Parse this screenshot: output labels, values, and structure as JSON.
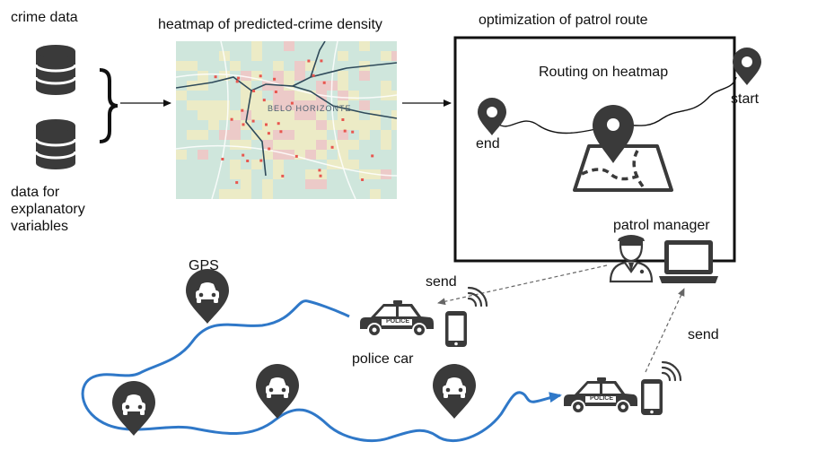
{
  "labels": {
    "crime_data": "crime data",
    "explanatory_data": "data for explanatory variables",
    "heatmap_title": "heatmap of predicted-crime density",
    "optimization_title": "optimization of patrol route",
    "routing": "Routing on heatmap",
    "start": "start",
    "end": "end",
    "patrol_manager": "patrol manager",
    "send_top": "send",
    "send_right": "send",
    "gps": "GPS",
    "police_car": "police car",
    "map_city": "BELO HORIZONTE",
    "police_badge": "POLICE"
  },
  "colors": {
    "route": "#2f78c8",
    "icon": "#3a3a3a",
    "map_base": "#cfe6dc",
    "heat_red": "#e8564f",
    "heat_pink": "#f3c3c3",
    "heat_yellow": "#f3ecc0"
  },
  "icons": [
    "database-icon",
    "brace-icon",
    "arrow-icon",
    "location-pin-icon",
    "map-icon",
    "police-officer-icon",
    "laptop-icon",
    "police-car-icon",
    "smartphone-icon",
    "signal-icon",
    "car-pin-icon"
  ]
}
